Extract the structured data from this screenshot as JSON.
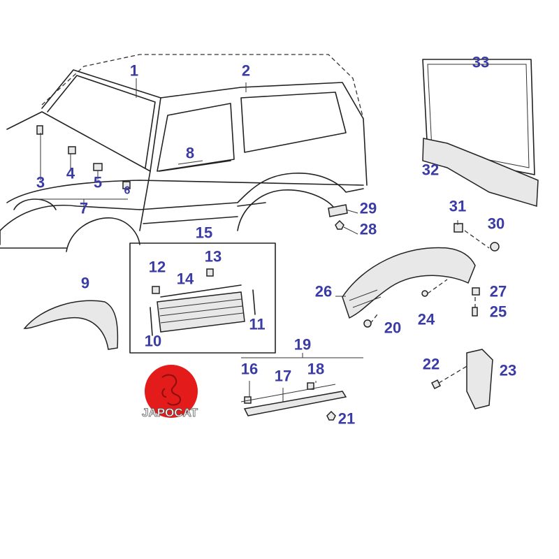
{
  "diagram": {
    "watermark": "JAPOCAT",
    "logo_text": "JAPOCAT",
    "label_color": "#3b3ba6",
    "logo_color": "#e31b1b",
    "labels": [
      "1",
      "2",
      "3",
      "4",
      "5",
      "6",
      "7",
      "8",
      "9",
      "10",
      "11",
      "12",
      "13",
      "14",
      "15",
      "16",
      "17",
      "18",
      "19",
      "20",
      "21",
      "22",
      "23",
      "24",
      "25",
      "26",
      "27",
      "28",
      "29",
      "30",
      "31",
      "32",
      "33"
    ]
  }
}
